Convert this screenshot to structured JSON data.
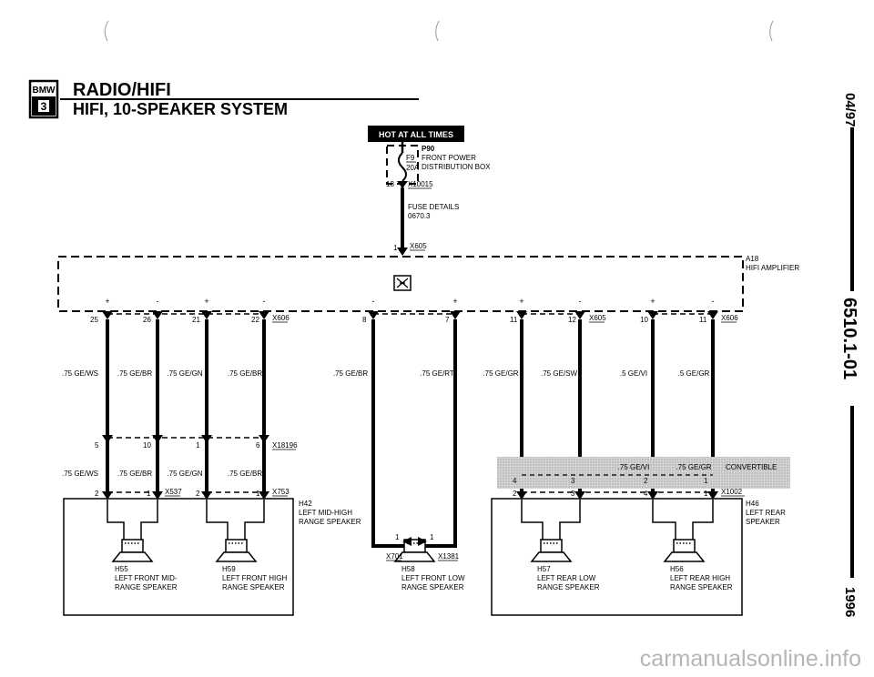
{
  "header": {
    "badge_top": "BMW",
    "badge_bottom": "3",
    "title": "RADIO/HIFI",
    "subtitle": "HIFI, 10-SPEAKER SYSTEM"
  },
  "sidebar": {
    "date": "04/97",
    "doc_number": "6510.1-01",
    "year": "1996"
  },
  "power": {
    "hot_label": "HOT AT ALL TIMES",
    "fuse_id": "F9",
    "fuse_rating": "20A",
    "dist_box_id": "P90",
    "dist_box_line1": "FRONT POWER",
    "dist_box_line2": "DISTRIBUTION BOX",
    "conn_pin": "18",
    "conn_id": "X10015",
    "fuse_details_line1": "FUSE DETAILS",
    "fuse_details_line2": "0670.3",
    "amp_conn_pin": "1",
    "amp_conn_id": "X605"
  },
  "amplifier": {
    "id": "A18",
    "name": "HIFI AMPLIFIER",
    "polarity": [
      "+",
      "-",
      "+",
      "-",
      "-",
      "+",
      "+",
      "-",
      "+",
      "-"
    ]
  },
  "amp_pins": [
    "25",
    "26",
    "21",
    "22",
    "8",
    "7",
    "11",
    "12",
    "10",
    "11"
  ],
  "amp_connectors": [
    "X606",
    "X605",
    "X606"
  ],
  "wires_upper": [
    ".75 GE/WS",
    ".75 GE/BR",
    ".75 GE/GN",
    ".75 GE/BR",
    ".75 GE/BR",
    ".75 GE/RT",
    ".75 GE/GR",
    ".75 GE/SW",
    ".5 GE/VI",
    ".5 GE/GR"
  ],
  "mid_connector": {
    "id": "X18196",
    "pins": [
      "5",
      "10",
      "1",
      "6"
    ]
  },
  "wires_lower": [
    ".75 GE/WS",
    ".75 GE/BR",
    ".75 GE/GN",
    ".75 GE/BR"
  ],
  "convertible": {
    "label": "CONVERTIBLE",
    "wires": [
      ".75 GE/VI",
      ".75 GE/GR"
    ],
    "pins": [
      "4",
      "3",
      "2",
      "1"
    ]
  },
  "spk_connectors": {
    "x537": "X537",
    "x537_pins": [
      "2",
      "1"
    ],
    "x753": "X753",
    "x753_pins": [
      "2",
      "1"
    ],
    "x1002": "X1002",
    "x1002_pins": [
      "2",
      "3",
      "4",
      "1"
    ],
    "x701": "X701",
    "x1381": "X1381",
    "x701_pins": [
      "1",
      "1"
    ]
  },
  "speakers": {
    "h55": {
      "id": "H55",
      "line1": "LEFT FRONT MID-",
      "line2": "RANGE SPEAKER"
    },
    "h59": {
      "id": "H59",
      "line1": "LEFT FRONT HIGH",
      "line2": "RANGE SPEAKER"
    },
    "h42": {
      "id": "H42",
      "line1": "LEFT MID-HIGH",
      "line2": "RANGE SPEAKER"
    },
    "h58": {
      "id": "H58",
      "line1": "LEFT FRONT LOW",
      "line2": "RANGE SPEAKER"
    },
    "h57": {
      "id": "H57",
      "line1": "LEFT REAR LOW",
      "line2": "RANGE SPEAKER"
    },
    "h56": {
      "id": "H56",
      "line1": "LEFT REAR HIGH",
      "line2": "RANGE SPEAKER"
    },
    "h46": {
      "id": "H46",
      "line1": "LEFT REAR",
      "line2": "SPEAKER"
    }
  },
  "footer": {
    "watermark": "carmanualsonline.info"
  }
}
